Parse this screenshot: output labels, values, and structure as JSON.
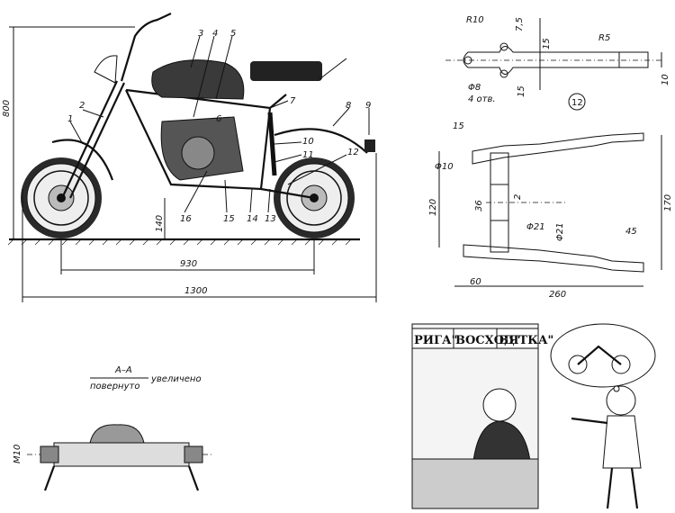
{
  "bike_side_view": {
    "callouts": [
      "1",
      "2",
      "3",
      "4",
      "5",
      "6",
      "7",
      "8",
      "9",
      "10",
      "11",
      "12",
      "13",
      "14",
      "15",
      "16"
    ],
    "dim_height": "800",
    "dim_ground_clearance": "140",
    "dim_wheelbase": "930",
    "dim_length": "1300"
  },
  "swingarm_top": {
    "dim_r10": "R10",
    "dim_7_5": "7,5",
    "dim_15_a": "15",
    "dim_r5": "R5",
    "dim_10": "10",
    "dim_15_b": "15",
    "dim_hole": "Φ8",
    "hole_count": "4 отв.",
    "part_number": "12"
  },
  "swingarm_side": {
    "dim_15": "15",
    "dim_phi10": "Φ10",
    "dim_120": "120",
    "dim_36": "36",
    "dim_2": "2",
    "dim_phi21_a": "Φ21",
    "dim_phi21_b": "Φ21",
    "dim_170": "170",
    "dim_45": "45",
    "dim_60": "60",
    "dim_260": "260"
  },
  "section_aa": {
    "title": "А–А",
    "rotated": "повернуто",
    "enlarged": "увеличено",
    "dim_m10": "M10"
  },
  "cartoon": {
    "sign_1": "РИГА\"",
    "sign_2": "ВОСХОД\"",
    "sign_3": "ВЯТКА\""
  }
}
